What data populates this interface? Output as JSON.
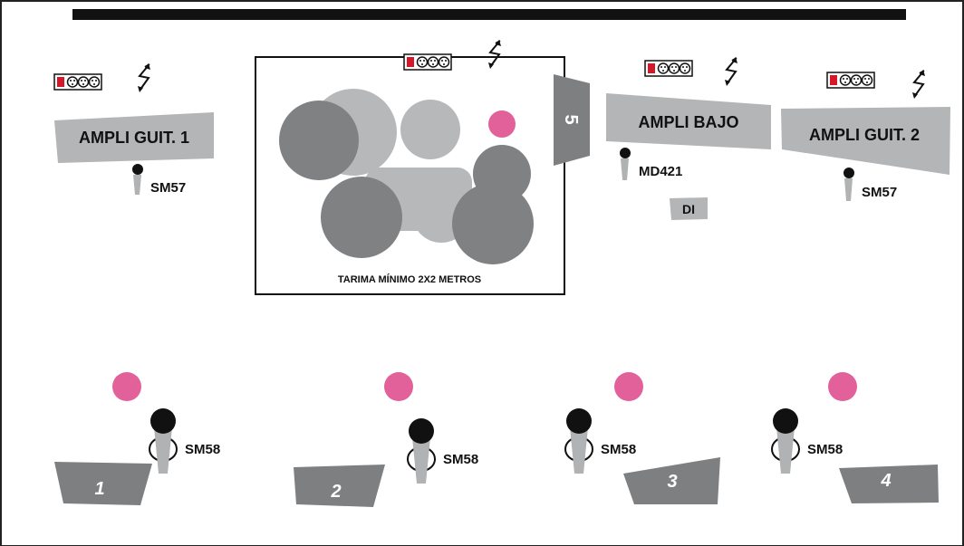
{
  "colors": {
    "background": "#ffffff",
    "frame": "#222222",
    "top_bar": "#111111",
    "amp_box": "#b3b5b7",
    "monitor_wedge": "#7e7f81",
    "drum_dark": "#808183",
    "drum_light": "#b6b8ba",
    "cymbal_pink": "#e3619a",
    "mic_body": "#b0b2b4",
    "mic_head": "#111111",
    "power_red": "#d4182a"
  },
  "amps": {
    "guitar1": {
      "label": "AMPLI GUIT. 1",
      "mic": "SM57"
    },
    "bass": {
      "label": "AMPLI BAJO",
      "mic": "MD421",
      "di": "DI"
    },
    "guitar2": {
      "label": "AMPLI GUIT. 2",
      "mic": "SM57"
    }
  },
  "drums": {
    "riser_label": "TARIMA MÍNIMO 2X2 METROS",
    "monitor_number": "5"
  },
  "front": {
    "monitors": [
      "1",
      "2",
      "3",
      "4"
    ],
    "vocal_mics": [
      "SM58",
      "SM58",
      "SM58",
      "SM58"
    ]
  },
  "icons": {
    "power_strip": "power-strip-icon",
    "power_bolt": "lightning-arrows-icon",
    "mic": "microphone-icon",
    "light": "pink-spot-icon"
  }
}
